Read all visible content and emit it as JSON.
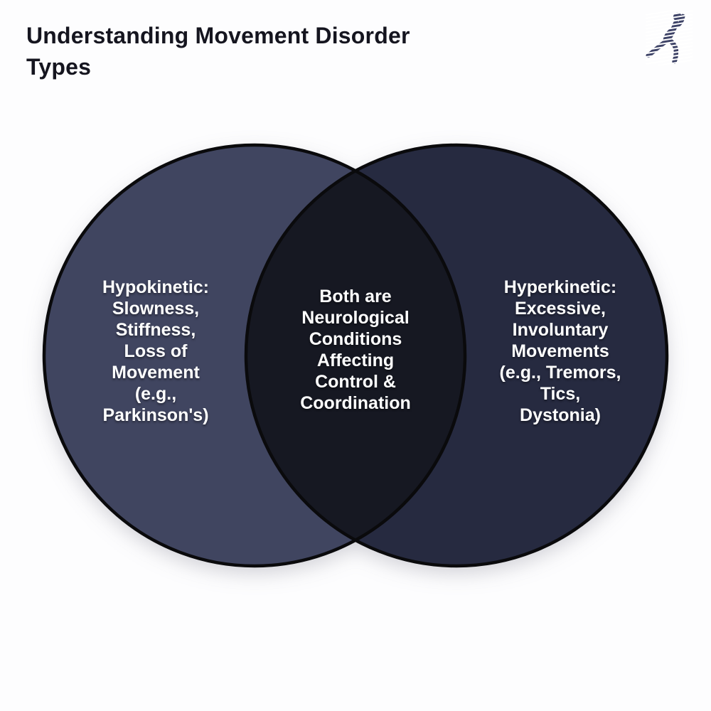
{
  "title": {
    "text": "Understanding Movement Disorder\nTypes",
    "color": "#15151f"
  },
  "logo": {
    "icon": "striped-running-person",
    "color": "#3d4266"
  },
  "venn": {
    "outline_color": "#0a0a0c",
    "text_color": "#ffffff",
    "left": {
      "text": "Hypokinetic:\nSlowness,\nStiffness,\nLoss of\nMovement\n(e.g.,\nParkinson's)",
      "fill": "#3f4561"
    },
    "right": {
      "text": "Hyperkinetic:\nExcessive,\nInvoluntary\nMovements\n(e.g., Tremors,\nTics,\nDystonia)",
      "fill": "#272c40"
    },
    "overlap": {
      "text": "Both are\nNeurological\nConditions\nAffecting\nControl &\nCoordination",
      "fill": "#161822"
    }
  }
}
